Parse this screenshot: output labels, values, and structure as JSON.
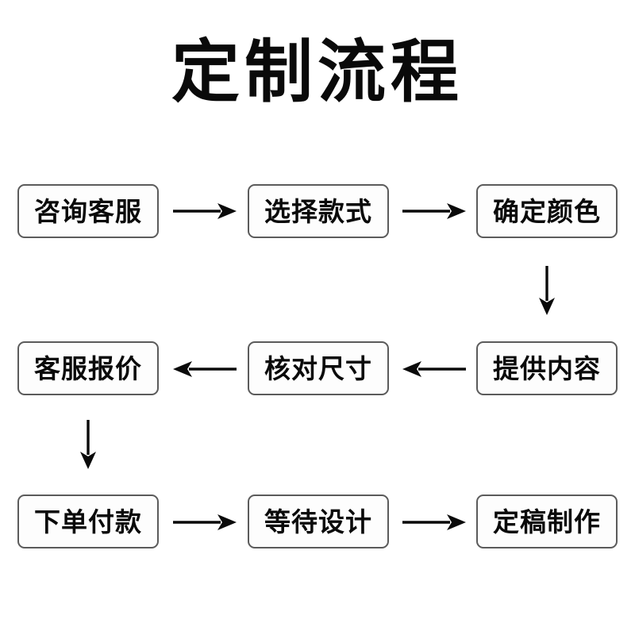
{
  "page": {
    "title": "定制流程",
    "background_color": "#ffffff",
    "text_color": "#0a0a0a",
    "box_border_color": "#5b5b5b",
    "arrow_color": "#0a0a0a"
  },
  "flow": {
    "rows": [
      {
        "direction": "left-to-right",
        "nodes": [
          {
            "id": "consult-service",
            "label": "咨询客服"
          },
          {
            "id": "select-style",
            "label": "选择款式"
          },
          {
            "id": "confirm-color",
            "label": "确定颜色"
          }
        ],
        "connectors": [
          {
            "id": "arrow-consult-to-style",
            "glyph": "→",
            "direction": "right"
          },
          {
            "id": "arrow-style-to-color",
            "glyph": "→",
            "direction": "right"
          }
        ]
      },
      {
        "direction": "right-to-left",
        "nodes": [
          {
            "id": "service-quote",
            "label": "客服报价"
          },
          {
            "id": "verify-size",
            "label": "核对尺寸"
          },
          {
            "id": "provide-content",
            "label": "提供内容"
          }
        ],
        "connectors": [
          {
            "id": "arrow-size-to-quote",
            "glyph": "←",
            "direction": "left"
          },
          {
            "id": "arrow-content-to-size",
            "glyph": "←",
            "direction": "left"
          }
        ]
      },
      {
        "direction": "left-to-right",
        "nodes": [
          {
            "id": "place-order-pay",
            "label": "下单付款"
          },
          {
            "id": "await-design",
            "label": "等待设计"
          },
          {
            "id": "finalize-produce",
            "label": "定稿制作"
          }
        ],
        "connectors": [
          {
            "id": "arrow-order-to-design",
            "glyph": "→",
            "direction": "right"
          },
          {
            "id": "arrow-design-to-produce",
            "glyph": "→",
            "direction": "right"
          }
        ]
      }
    ],
    "vertical_connectors": [
      {
        "id": "arrow-color-to-content",
        "glyph": "↓",
        "direction": "down",
        "from": "confirm-color",
        "to": "provide-content"
      },
      {
        "id": "arrow-quote-to-order",
        "glyph": "↓",
        "direction": "down",
        "from": "service-quote",
        "to": "place-order-pay"
      }
    ]
  }
}
